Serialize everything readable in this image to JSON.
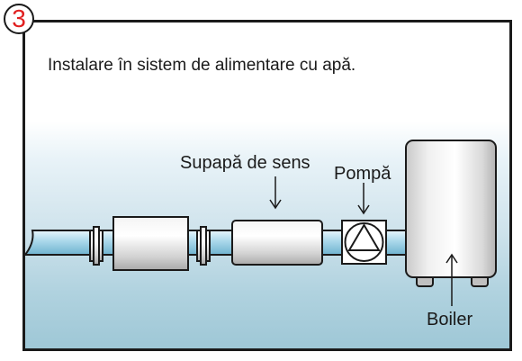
{
  "step_number": "3",
  "caption": "Instalare în sistem de alimentare cu apă.",
  "labels": {
    "check_valve": "Supapă de sens",
    "pump": "Pompă",
    "boiler": "Boiler"
  },
  "colors": {
    "step_number": "#e02020",
    "pipe": "#a9d7ea",
    "outline": "#1a1a1a"
  }
}
